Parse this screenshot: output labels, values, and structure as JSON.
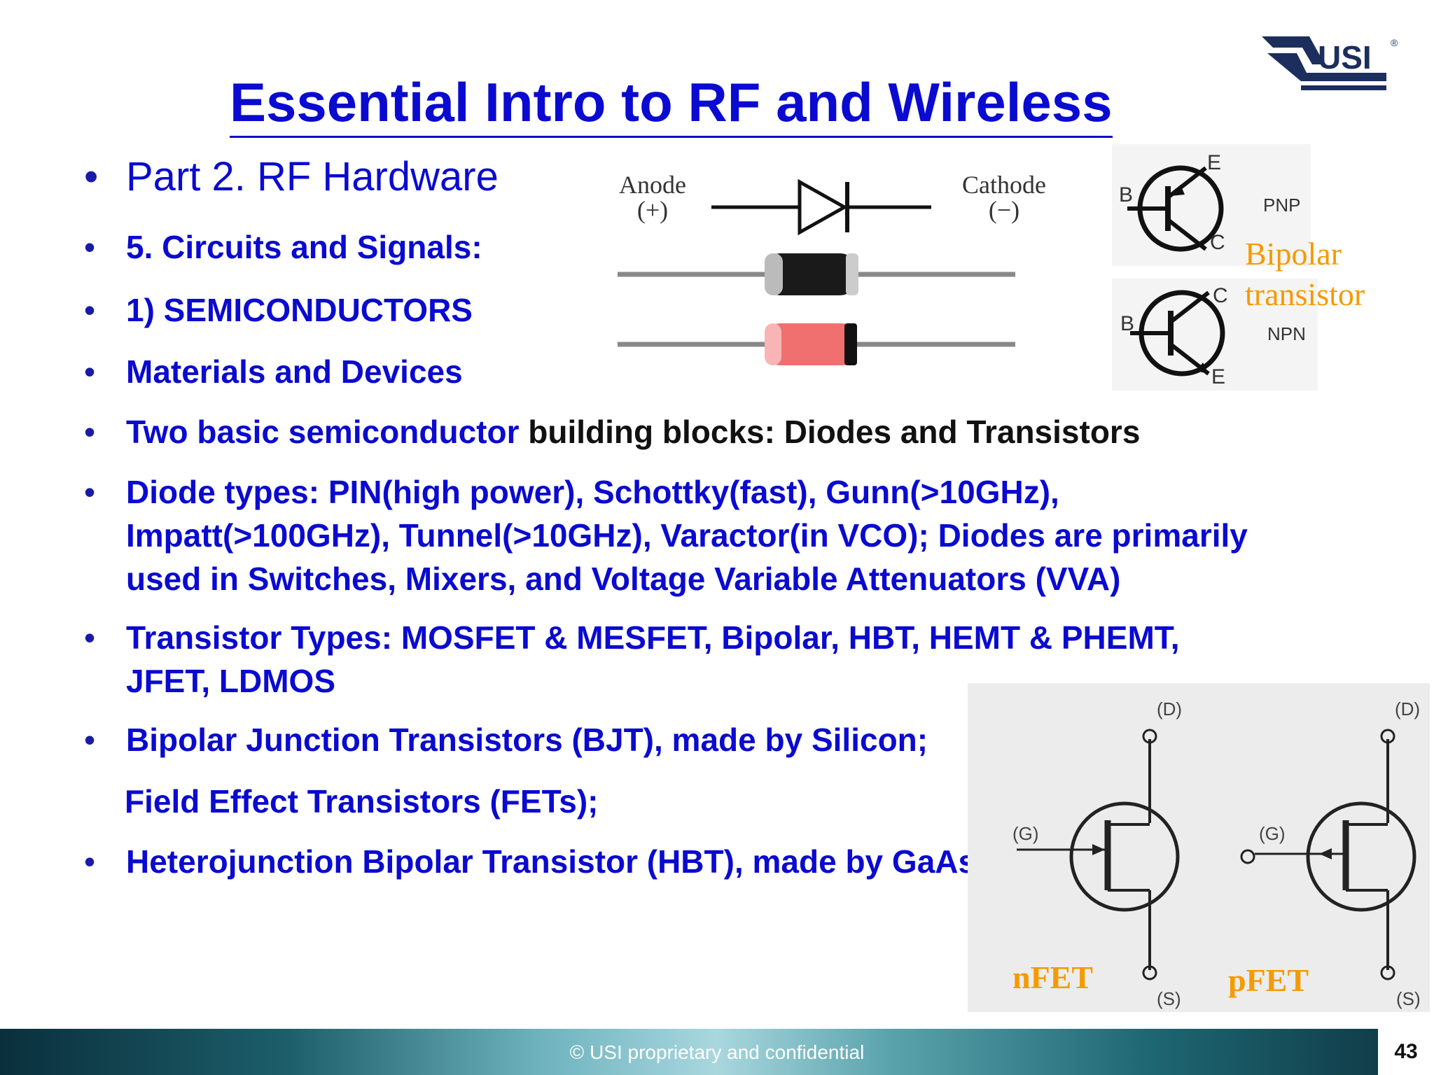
{
  "title": "Essential Intro to RF and Wireless",
  "logo": {
    "text": "USI",
    "mark": "®"
  },
  "bullets": [
    {
      "text": "Part 2. RF Hardware"
    },
    {
      "text": "5. Circuits and Signals:"
    },
    {
      "text": "1) SEMICONDUCTORS"
    },
    {
      "text": "Materials and Devices"
    },
    {
      "text_blue": "Two basic semiconductor",
      "text_black": " building blocks: Diodes and Transistors"
    },
    {
      "lines": [
        "Diode types: PIN(high power), Schottky(fast), Gunn(>10GHz),",
        "Impatt(>100GHz), Tunnel(>10GHz), Varactor(in VCO); Diodes are primarily",
        "used in Switches, Mixers, and Voltage Variable Attenuators (VVA)"
      ]
    },
    {
      "lines": [
        "Transistor Types: MOSFET & MESFET, Bipolar, HBT, HEMT & PHEMT,",
        "JFET, LDMOS"
      ]
    },
    {
      "text": "Bipolar Junction Transistors (BJT), made by Silicon;"
    },
    {
      "text": "Field Effect Transistors (FETs);"
    },
    {
      "text": "Heterojunction Bipolar Transistor (HBT), made by GaAs;"
    }
  ],
  "diode": {
    "anode": "Anode",
    "anode_sign": "(+)",
    "cathode": "Cathode",
    "cathode_sign": "(−)"
  },
  "bjt": {
    "pnp": "PNP",
    "npn": "NPN",
    "b": "B",
    "e": "E",
    "c": "C",
    "caption_1": "Bipolar",
    "caption_2": "transistor"
  },
  "fet": {
    "d": "(D)",
    "g": "(G)",
    "s": "(S)",
    "nfet": "nFET",
    "pfet": "pFET"
  },
  "footer": {
    "text": "© USI proprietary and confidential",
    "page": "43"
  },
  "colors": {
    "title_blue": "#0a0ad0",
    "orange": "#f59a00"
  }
}
